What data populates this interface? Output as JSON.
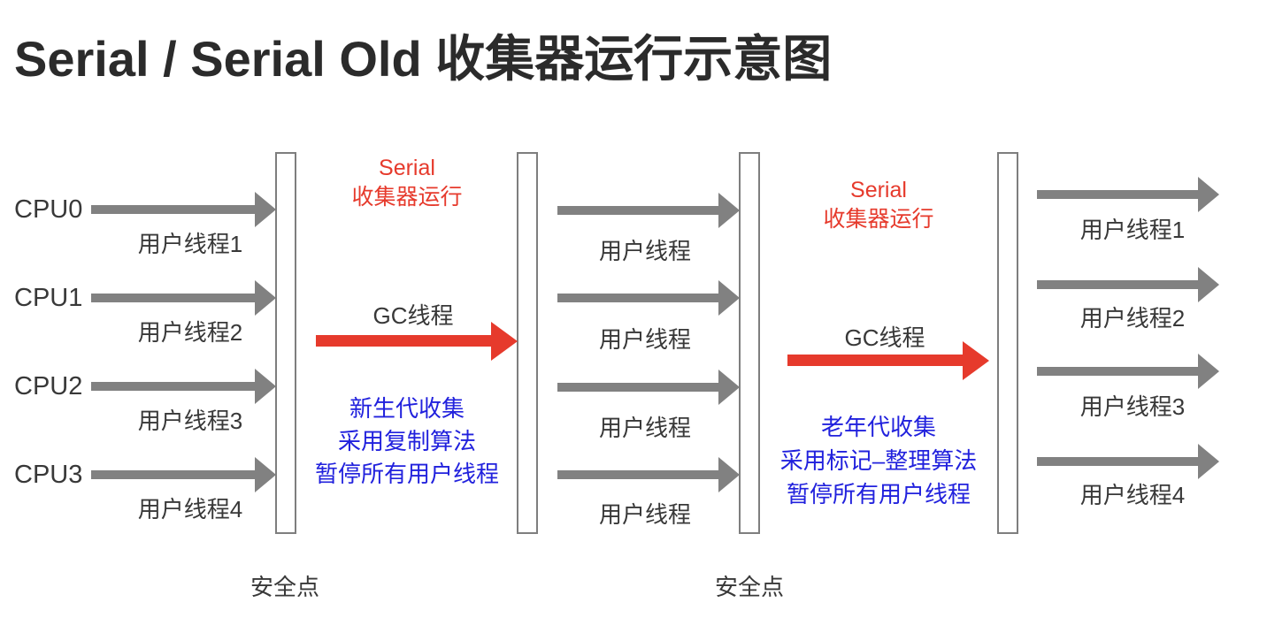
{
  "title": "Serial / Serial Old 收集器运行示意图",
  "colors": {
    "red": "#e63a2c",
    "blue": "#2121dd",
    "gray": "#818181",
    "dark": "#383838",
    "barBorder": "#7e7e7e",
    "titleColor": "#2b2b2b"
  },
  "cpus": [
    "CPU0",
    "CPU1",
    "CPU2",
    "CPU3"
  ],
  "left_threads": [
    "用户线程1",
    "用户线程2",
    "用户线程3",
    "用户线程4"
  ],
  "middle_threads": [
    "用户线程",
    "用户线程",
    "用户线程",
    "用户线程"
  ],
  "right_threads": [
    "用户线程1",
    "用户线程2",
    "用户线程3",
    "用户线程4"
  ],
  "gc_sections": [
    {
      "name": "Serial",
      "subtitle": "收集器运行",
      "gc_thread_label": "GC线程",
      "notes": [
        "新生代收集",
        "采用复制算法",
        "暂停所有用户线程"
      ]
    },
    {
      "name": "Serial",
      "subtitle": "收集器运行",
      "gc_thread_label": "GC线程",
      "notes": [
        "老年代收集",
        "采用标记–整理算法",
        "暂停所有用户线程"
      ]
    }
  ],
  "safepoint_labels": [
    "安全点",
    "安全点"
  ]
}
